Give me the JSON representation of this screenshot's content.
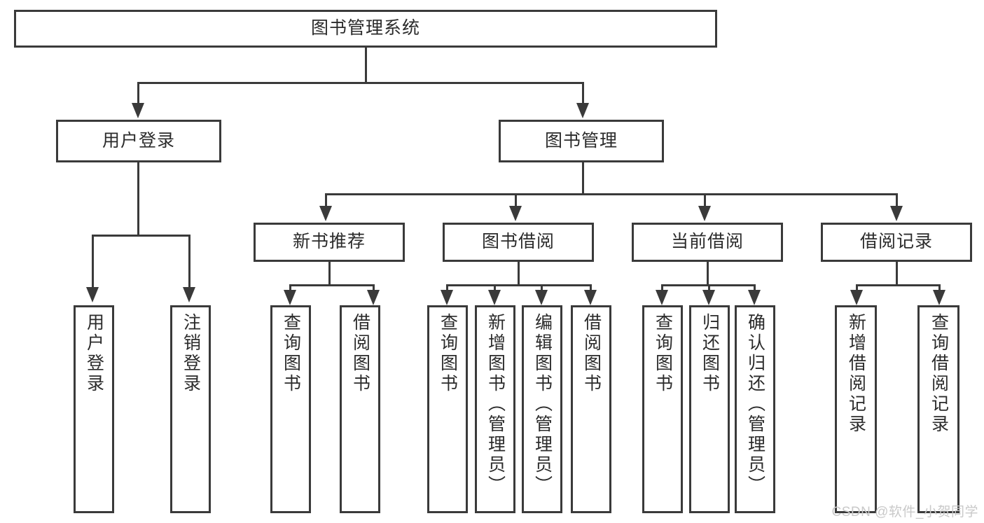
{
  "diagram": {
    "type": "tree-hierarchy",
    "title": "图书管理系统",
    "orientation": "top-down",
    "colors": {
      "stroke": "#3a3a3a",
      "fill": "#ffffff",
      "text": "#2b2b2b",
      "watermark": "#c9c9c9"
    }
  },
  "nodes": {
    "root": {
      "label": "图书管理系统"
    },
    "level2": [
      {
        "id": "user-login",
        "label": "用户登录"
      },
      {
        "id": "book-manage",
        "label": "图书管理"
      }
    ],
    "level3": [
      {
        "id": "new-book-rec",
        "label": "新书推荐"
      },
      {
        "id": "book-borrow",
        "label": "图书借阅"
      },
      {
        "id": "current-borrow",
        "label": "当前借阅"
      },
      {
        "id": "borrow-record",
        "label": "借阅记录"
      }
    ],
    "leaves": {
      "user-login": [
        {
          "id": "leaf-user-login",
          "label": "用户登录"
        },
        {
          "id": "leaf-user-logout",
          "label": "注销登录"
        }
      ],
      "new-book-rec": [
        {
          "id": "leaf-query-book-1",
          "label": "查询图书"
        },
        {
          "id": "leaf-borrow-book-1",
          "label": "借阅图书"
        }
      ],
      "book-borrow": [
        {
          "id": "leaf-query-book-2",
          "label": "查询图书"
        },
        {
          "id": "leaf-add-book",
          "label": "新增图书（管理员）"
        },
        {
          "id": "leaf-edit-book",
          "label": "编辑图书（管理员）"
        },
        {
          "id": "leaf-borrow-book-2",
          "label": "借阅图书"
        }
      ],
      "current-borrow": [
        {
          "id": "leaf-query-book-3",
          "label": "查询图书"
        },
        {
          "id": "leaf-return-book",
          "label": "归还图书"
        },
        {
          "id": "leaf-confirm-return",
          "label": "确认归还（管理员）"
        }
      ],
      "borrow-record": [
        {
          "id": "leaf-add-record",
          "label": "新增借阅记录"
        },
        {
          "id": "leaf-query-record",
          "label": "查询借阅记录"
        }
      ]
    }
  },
  "edges": [
    {
      "from": "root",
      "to": "user-login"
    },
    {
      "from": "root",
      "to": "book-manage"
    },
    {
      "from": "book-manage",
      "to": "new-book-rec"
    },
    {
      "from": "book-manage",
      "to": "book-borrow"
    },
    {
      "from": "book-manage",
      "to": "current-borrow"
    },
    {
      "from": "book-manage",
      "to": "borrow-record"
    },
    {
      "from": "user-login",
      "to": "leaf-user-login"
    },
    {
      "from": "user-login",
      "to": "leaf-user-logout"
    },
    {
      "from": "new-book-rec",
      "to": "leaf-query-book-1"
    },
    {
      "from": "new-book-rec",
      "to": "leaf-borrow-book-1"
    },
    {
      "from": "book-borrow",
      "to": "leaf-query-book-2"
    },
    {
      "from": "book-borrow",
      "to": "leaf-add-book"
    },
    {
      "from": "book-borrow",
      "to": "leaf-edit-book"
    },
    {
      "from": "book-borrow",
      "to": "leaf-borrow-book-2"
    },
    {
      "from": "current-borrow",
      "to": "leaf-query-book-3"
    },
    {
      "from": "current-borrow",
      "to": "leaf-return-book"
    },
    {
      "from": "current-borrow",
      "to": "leaf-confirm-return"
    },
    {
      "from": "borrow-record",
      "to": "leaf-add-record"
    },
    {
      "from": "borrow-record",
      "to": "leaf-query-record"
    }
  ],
  "watermark": {
    "text": "CSDN @软件_小贺同学"
  }
}
